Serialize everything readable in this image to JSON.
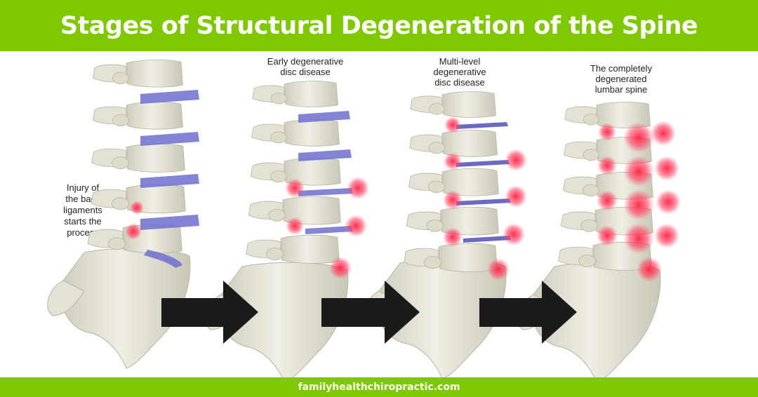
{
  "title": "Stages of Structural Degeneration of the Spine",
  "footer": "familyhealthchiropractic.com",
  "annotation": "Injury of\nthe back\nligaments\nstarts the\nprocess",
  "stages": [
    {
      "label": ""
    },
    {
      "label": "Early degenerative\ndisc disease"
    },
    {
      "label": "Multi-level\ndegenerative\ndisc disease"
    },
    {
      "label": "The completely\ndegenerated\nlumbar spine"
    }
  ],
  "colors": {
    "brand_green": "#7ec800",
    "bone": "#e9e8dc",
    "disc": "#6f6fd0",
    "inflammation": "#f03050",
    "arrow": "#1b1b1b"
  }
}
